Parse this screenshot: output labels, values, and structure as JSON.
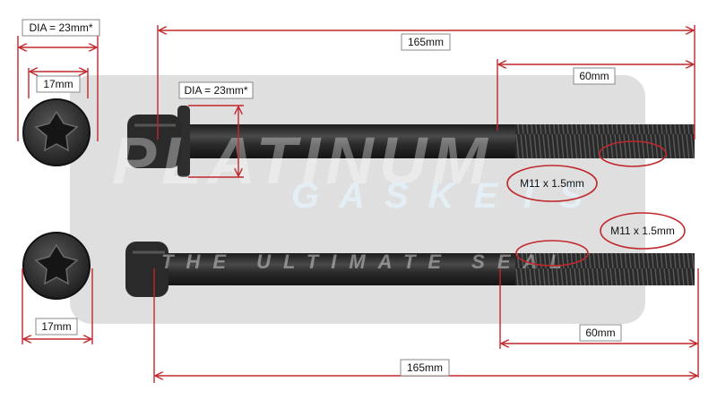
{
  "watermark": {
    "logo_text": "PLATINUM",
    "brand_text": "GASKETS",
    "tagline_text": "THE ULTIMATE SEAL"
  },
  "labels": {
    "head_dia_top": "DIA = 23mm*",
    "head_dia_bolt": "DIA = 23mm*",
    "drive_top": "17mm",
    "drive_bottom": "17mm",
    "length_top": "165mm",
    "length_bottom": "165mm",
    "thread_len_top": "60mm",
    "thread_len_bottom": "60mm",
    "thread_spec_top": "M11 x 1.5mm",
    "thread_spec_bottom": "M11 x 1.5mm"
  },
  "colors": {
    "dimension": "#c0282d",
    "bolt": "#2c2c2c",
    "watermark_panel": "#d9d9d9"
  },
  "icons": [
    "bolt-end-view-icon",
    "torx-star-icon",
    "dimension-arrow-icon"
  ]
}
